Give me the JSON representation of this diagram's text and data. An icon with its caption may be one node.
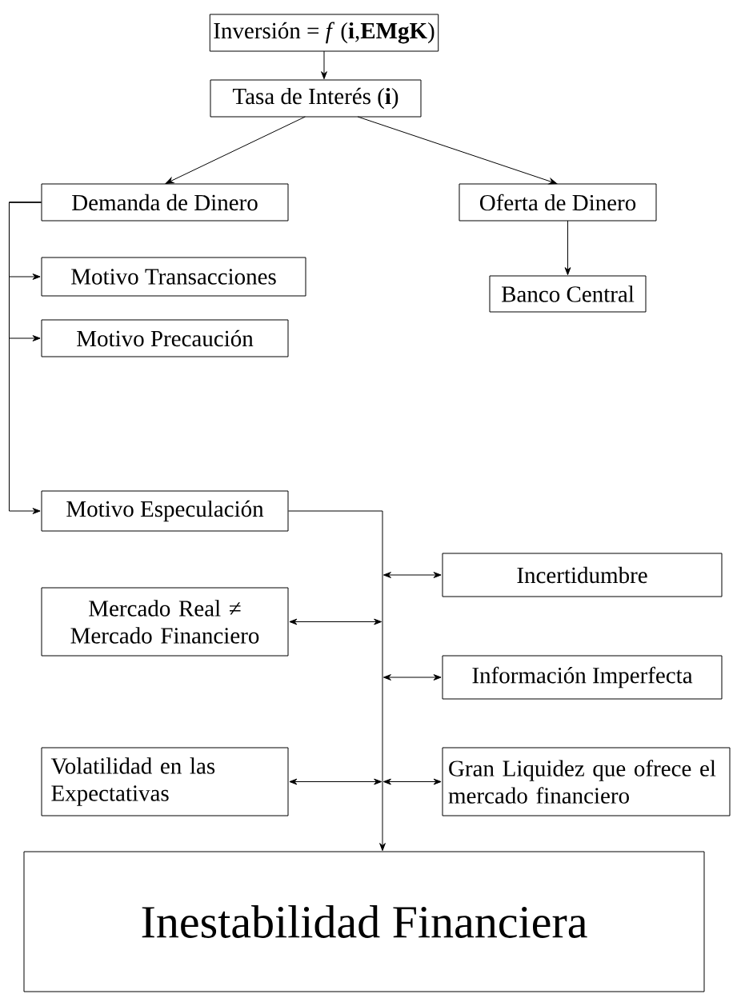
{
  "diagram": {
    "nodes": [
      {
        "text": [
          "Inversión = *f* (**i**,**EMgK**)"
        ]
      },
      {
        "text": [
          "Tasa de Interés (**i**)"
        ]
      },
      {
        "text": [
          "Demanda de Dinero"
        ]
      },
      {
        "text": [
          "Oferta de Dinero"
        ]
      },
      {
        "text": [
          "Motivo Transacciones"
        ]
      },
      {
        "text": [
          "Banco Central"
        ]
      },
      {
        "text": [
          "Motivo Precaución"
        ]
      },
      {
        "text": [
          "Motivo Especulación"
        ]
      },
      {
        "text": [
          "Incertidumbre"
        ]
      },
      {
        "text": [
          "Mercado Real ≠ Mercado Financiero"
        ]
      },
      {
        "text": [
          "Información Imperfecta"
        ]
      },
      {
        "text": [
          "Volatilidad en las Expectativas"
        ]
      },
      {
        "text": [
          "Gran Liquidez que ofrece el mercado financiero"
        ]
      },
      {
        "text": [
          "Inestabilidad Financiera"
        ]
      }
    ],
    "edges": [
      {
        "from": 0,
        "to": 1,
        "arrow": "to"
      },
      {
        "from": 1,
        "to": 2,
        "arrow": "to"
      },
      {
        "from": 1,
        "to": 3,
        "arrow": "to"
      },
      {
        "from": 3,
        "to": 5,
        "arrow": "to"
      },
      {
        "from": 2,
        "to": 4,
        "arrow": "to"
      },
      {
        "from": 2,
        "to": 6,
        "arrow": "to"
      },
      {
        "from": 2,
        "to": 7,
        "arrow": "to"
      },
      {
        "from": 7,
        "to": 13,
        "arrow": "to"
      },
      {
        "from": null,
        "to": 8,
        "arrow": "both"
      },
      {
        "from": null,
        "to": 9,
        "arrow": "both"
      },
      {
        "from": null,
        "to": 10,
        "arrow": "both"
      },
      {
        "from": null,
        "to": 11,
        "arrow": "both"
      },
      {
        "from": null,
        "to": 12,
        "arrow": "both"
      }
    ]
  }
}
